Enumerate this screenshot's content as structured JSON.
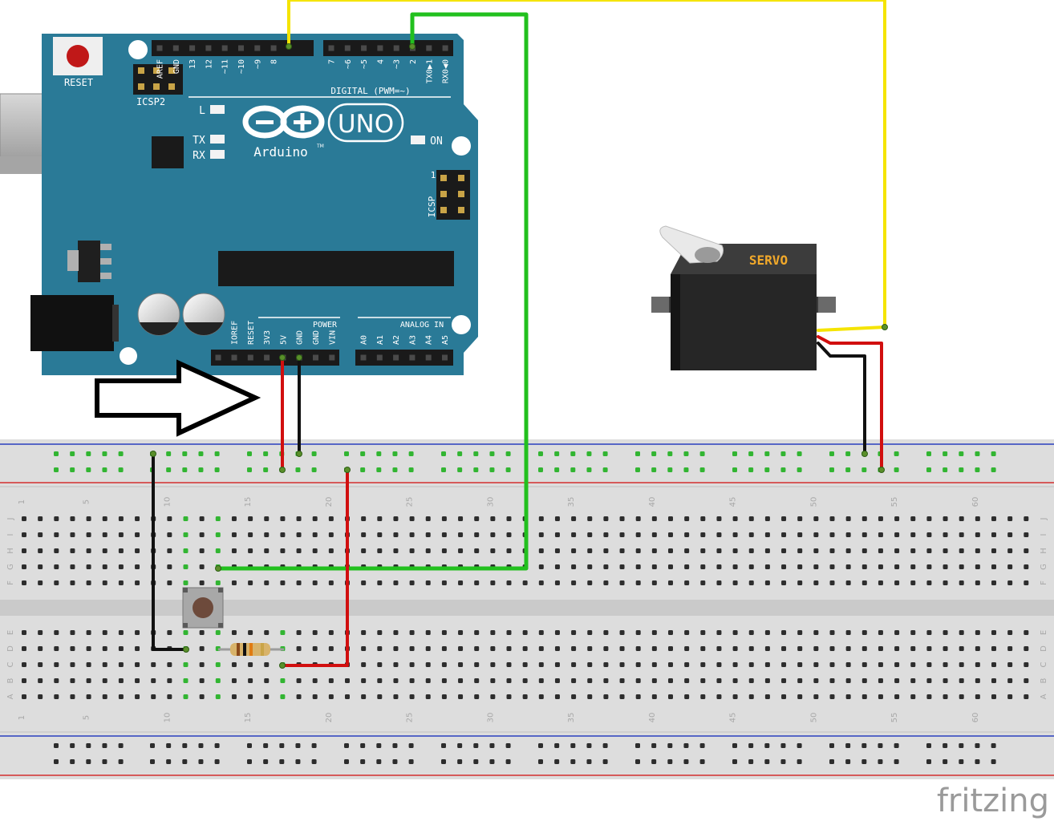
{
  "arduino": {
    "reset_label": "RESET",
    "icsp2_label": "ICSP2",
    "icsp_label": "ICSP",
    "icsp_pin1": "1",
    "uno_label": "UNO",
    "brand_label": "Arduino",
    "brand_tm": "TM",
    "digital_label": "DIGITAL (PWM=~)",
    "l_label": "L",
    "tx_label": "TX",
    "rx_label": "RX",
    "on_label": "ON",
    "power_label": "POWER",
    "analog_label": "ANALOG IN",
    "top_pins_left": [
      "AREF",
      "GND",
      "13",
      "12",
      "~11",
      "~10",
      "~9",
      "8"
    ],
    "top_pins_right": [
      "7",
      "~6",
      "~5",
      "4",
      "~3",
      "2",
      "TX0▶1",
      "RX0◀0"
    ],
    "power_pins": [
      "IOREF",
      "RESET",
      "3V3",
      "5V",
      "GND",
      "GND",
      "VIN"
    ],
    "analog_pins": [
      "A0",
      "A1",
      "A2",
      "A3",
      "A4",
      "A5"
    ]
  },
  "servo": {
    "label": "SERVO"
  },
  "breadboard": {
    "row_letters_top": [
      "J",
      "I",
      "H",
      "G",
      "F"
    ],
    "row_letters_bottom": [
      "E",
      "D",
      "C",
      "B",
      "A"
    ],
    "column_numbers": [
      "1",
      "5",
      "10",
      "15",
      "20",
      "25",
      "30",
      "35",
      "40",
      "45",
      "50",
      "55",
      "60"
    ]
  },
  "footer": {
    "brand": "fritzing"
  },
  "colors": {
    "board": "#2a7a97",
    "wire_yellow": "#f5e400",
    "wire_green": "#22c01e",
    "wire_red": "#d10f0f",
    "wire_black": "#111111",
    "rail_red": "#d32f2f",
    "rail_blue": "#2a3fbf",
    "hole_active": "#32b532"
  }
}
